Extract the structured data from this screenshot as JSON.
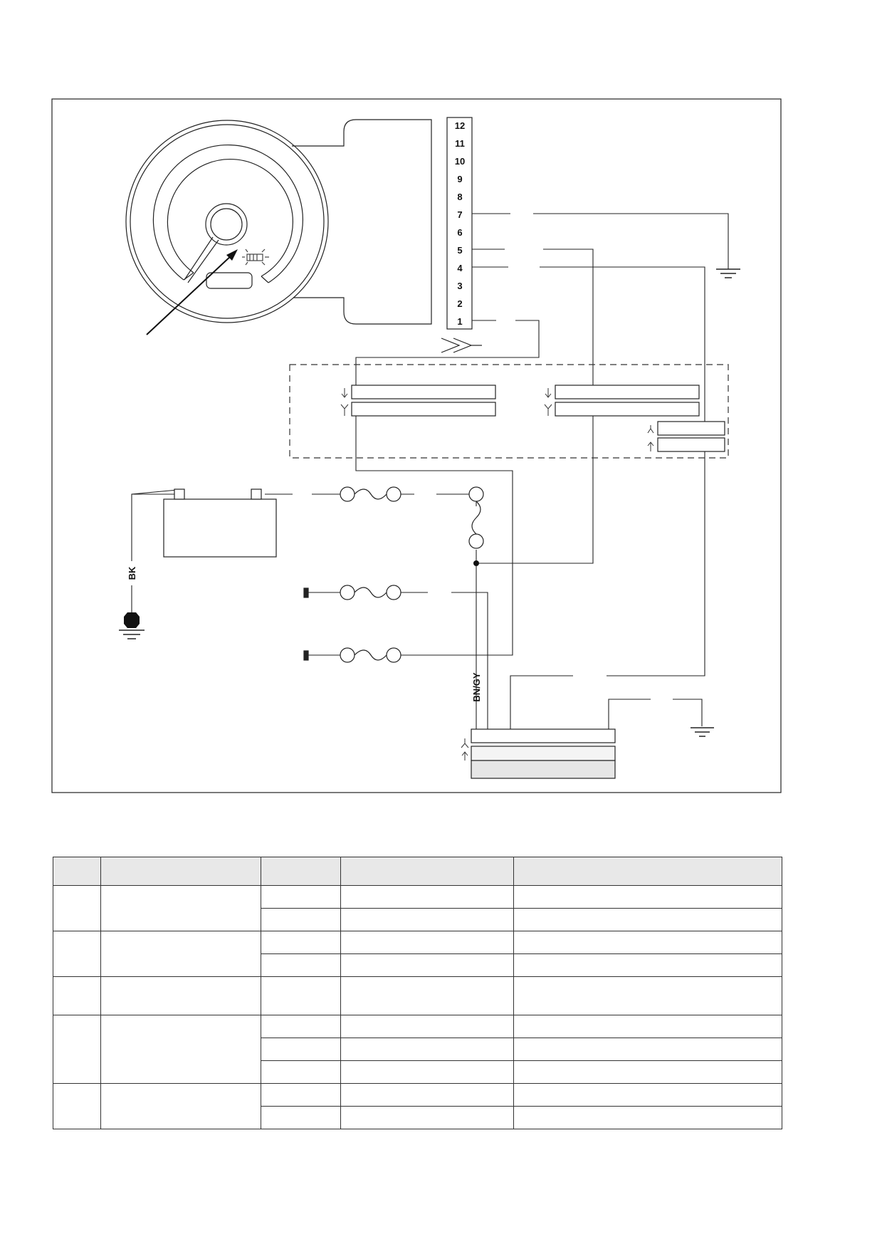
{
  "connector_pins": [
    "12",
    "11",
    "10",
    "9",
    "8",
    "7",
    "6",
    "5",
    "4",
    "3",
    "2",
    "1"
  ],
  "wire_labels": {
    "battery_ground": "BK",
    "supply": "BN/GY"
  },
  "table": {
    "header": [
      "",
      "",
      "",
      "",
      ""
    ],
    "rows": [
      [
        "",
        "",
        "",
        "",
        ""
      ],
      [
        "",
        "",
        ""
      ],
      [
        "",
        "",
        "",
        "",
        ""
      ],
      [
        "",
        "",
        ""
      ],
      [
        "",
        "",
        "",
        "",
        ""
      ],
      [
        "",
        "",
        "",
        "",
        ""
      ],
      [
        "",
        "",
        ""
      ],
      [
        "",
        "",
        ""
      ],
      [
        "",
        "",
        "",
        "",
        ""
      ],
      [
        "",
        "",
        ""
      ]
    ]
  }
}
